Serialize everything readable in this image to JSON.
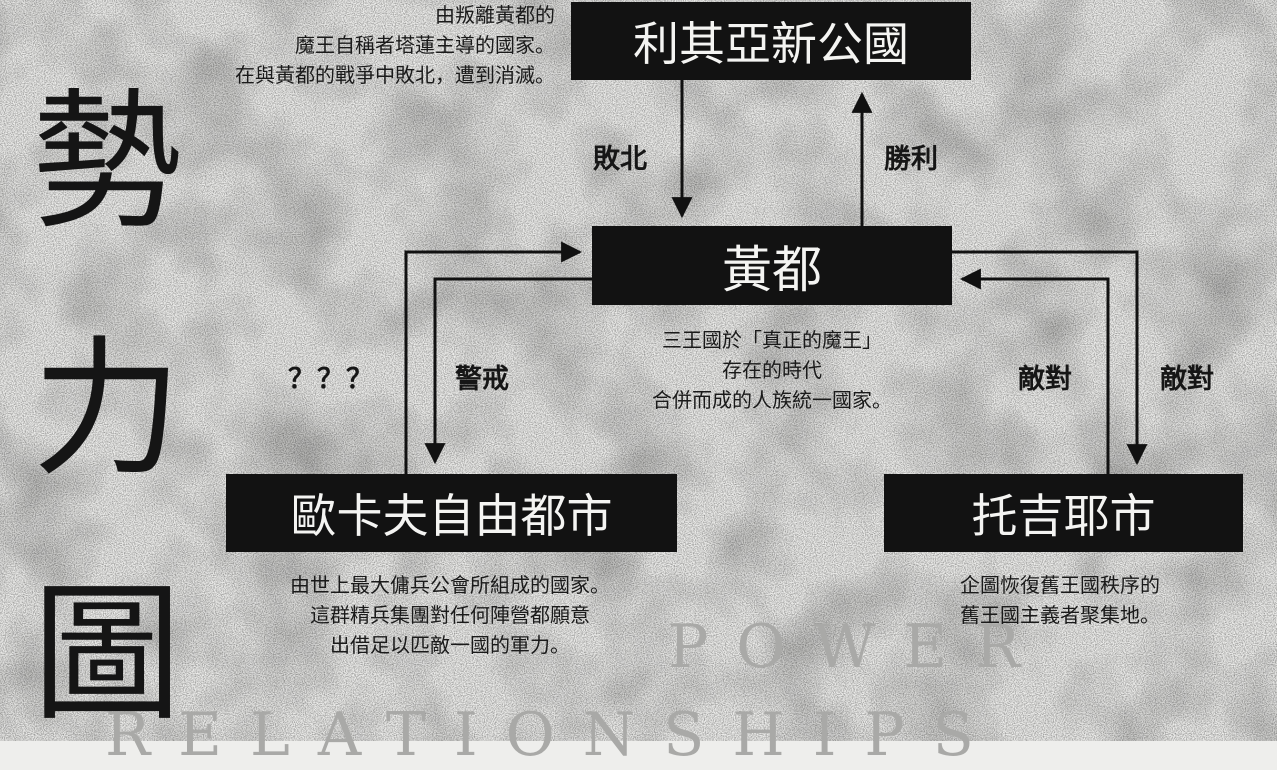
{
  "page_title": {
    "chars": [
      "勢",
      "力",
      "圖"
    ]
  },
  "nodes": {
    "likia": {
      "label": "利其亞新公國",
      "description": [
        "由叛離黃都的",
        "魔王自稱者塔蓮主導的國家。",
        "在與黃都的戰爭中敗北，遭到消滅。"
      ]
    },
    "huangdu": {
      "label": "黃都",
      "description": [
        "三王國於「真正的魔王」",
        "存在的時代",
        "合併而成的人族統一國家。"
      ]
    },
    "okaf": {
      "label": "歐卡夫自由都市",
      "description": [
        "由世上最大傭兵公會所組成的國家。",
        "這群精兵集團對任何陣營都願意",
        "出借足以匹敵一國的軍力。"
      ]
    },
    "toji": {
      "label": "托吉耶市",
      "description": [
        "企圖恢復舊王國秩序的",
        "舊王國主義者聚集地。"
      ]
    }
  },
  "relations": {
    "likia_to_huangdu": "敗北",
    "huangdu_to_likia": "勝利",
    "okaf_to_huangdu": "？？？",
    "huangdu_to_okaf": "警戒",
    "toji_to_huangdu": "敵對",
    "huangdu_to_toji": "敵對"
  },
  "watermark": {
    "line1": "POWER",
    "line2": "RELATIONSHIPS"
  },
  "colors": {
    "background": "#eeeeec",
    "box_fill": "#121212",
    "box_text": "#f4f4f2",
    "ink": "#111111",
    "watermark": "#a9a9a7"
  }
}
